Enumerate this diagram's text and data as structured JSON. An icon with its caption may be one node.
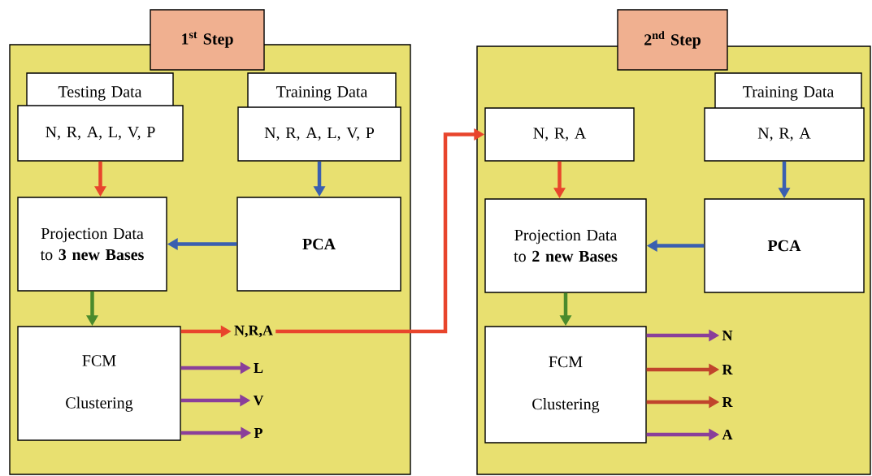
{
  "diagram": {
    "nodes": [
      {
        "text": [],
        "shape": "box"
      },
      {
        "text": [
          "1$^{st}$ Step"
        ]
      },
      {
        "text": [
          "Testing Data"
        ],
        "in": 0
      },
      {
        "text": [
          "N, R, A, L, V, P"
        ],
        "in": 0
      },
      {
        "text": [
          "Training Data"
        ],
        "in": 0
      },
      {
        "text": [
          "N, R, A, L, V, P"
        ],
        "in": 0
      },
      {
        "text": [
          "Projection Data to **3 new Bases**"
        ],
        "in": 0
      },
      {
        "text": [
          "PCA"
        ],
        "in": 0
      },
      {
        "text": [
          "FCM Clustering"
        ],
        "in": 0
      },
      {
        "text": [
          "N,R,A"
        ],
        "in": 0
      },
      {
        "text": [
          "L"
        ],
        "in": 0
      },
      {
        "text": [
          "V"
        ],
        "in": 0
      },
      {
        "text": [
          "P"
        ],
        "in": 0
      },
      {
        "text": [],
        "shape": "box"
      },
      {
        "text": [
          "2$^{nd}$ Step"
        ]
      },
      {
        "text": [
          "N, R, A"
        ],
        "in": 13
      },
      {
        "text": [
          "Training Data"
        ],
        "in": 13
      },
      {
        "text": [
          "N, R, A"
        ],
        "in": 13
      },
      {
        "text": [
          "Projection Data to **2 new Bases**"
        ],
        "in": 13
      },
      {
        "text": [
          "PCA"
        ],
        "in": 13
      },
      {
        "text": [
          "FCM Clustering"
        ],
        "in": 13
      },
      {
        "text": [
          "N"
        ],
        "in": 13
      },
      {
        "text": [
          "R"
        ],
        "in": 13
      },
      {
        "text": [
          "R"
        ],
        "in": 13
      },
      {
        "text": [
          "A"
        ],
        "in": 13
      }
    ],
    "edges": [
      {
        "from": 3,
        "to": 6,
        "arrow": "to",
        "color": "#e8452c"
      },
      {
        "from": 5,
        "to": 7,
        "arrow": "to",
        "color": "#3a5fb0"
      },
      {
        "from": 7,
        "to": 6,
        "arrow": "to",
        "color": "#3a5fb0"
      },
      {
        "from": 6,
        "to": 8,
        "arrow": "to",
        "color": "#4a8a2c"
      },
      {
        "from": 8,
        "to": 9,
        "arrow": "to",
        "color": "#e8452c"
      },
      {
        "from": 8,
        "to": 10,
        "arrow": "to",
        "color": "#8a3f9a"
      },
      {
        "from": 8,
        "to": 11,
        "arrow": "to",
        "color": "#8a3f9a"
      },
      {
        "from": 8,
        "to": 12,
        "arrow": "to",
        "color": "#8a3f9a"
      },
      {
        "from": 9,
        "to": 15,
        "arrow": "to",
        "color": "#e8452c"
      },
      {
        "from": 15,
        "to": 18,
        "arrow": "to",
        "color": "#e8452c"
      },
      {
        "from": 17,
        "to": 19,
        "arrow": "to",
        "color": "#3a5fb0"
      },
      {
        "from": 19,
        "to": 18,
        "arrow": "to",
        "color": "#3a5fb0"
      },
      {
        "from": 18,
        "to": 20,
        "arrow": "to",
        "color": "#4a8a2c"
      },
      {
        "from": 20,
        "to": 21,
        "arrow": "to",
        "color": "#8a3f9a"
      },
      {
        "from": 20,
        "to": 22,
        "arrow": "to",
        "color": "#c0442c"
      },
      {
        "from": 20,
        "to": 23,
        "arrow": "to",
        "color": "#c0442c"
      },
      {
        "from": 20,
        "to": 24,
        "arrow": "to",
        "color": "#8a3f9a"
      }
    ]
  }
}
